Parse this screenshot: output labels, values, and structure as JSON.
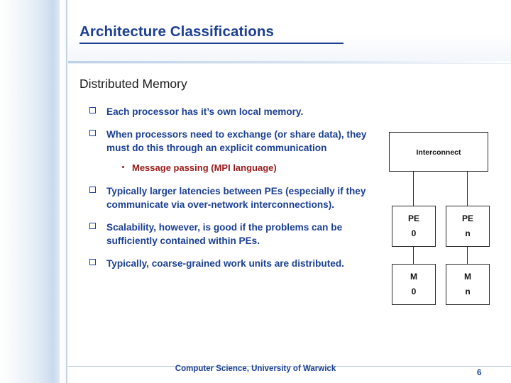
{
  "slide": {
    "title": "Architecture Classifications",
    "subtitle": "Distributed Memory",
    "bullets": [
      {
        "text": "Each processor has it’s own local memory."
      },
      {
        "text": "When processors need to exchange (or share data), they must do this through an explicit communication"
      },
      {
        "text": "Typically larger latencies between PEs (especially if they communicate via over-network interconnections)."
      },
      {
        "text": "Scalability, however, is good if the problems can be sufficiently contained within PEs."
      },
      {
        "text": "Typically, coarse-grained work units are distributed."
      }
    ],
    "subbullet": "Message passing (MPI language)",
    "diagram": {
      "interconnect": "Interconnect",
      "pe0_line1": "PE",
      "pe0_line2": "0",
      "pen_line1": "PE",
      "pen_line2": "n",
      "m0_line1": "M",
      "m0_line2": "0",
      "mn_line1": "M",
      "mn_line2": "n"
    },
    "footer": "Computer Science, University of Warwick",
    "page_number": "6"
  },
  "colors": {
    "title_blue": "#1b3f94",
    "sub_red": "#9b1c1c",
    "body_dark": "#1b1b1b"
  }
}
